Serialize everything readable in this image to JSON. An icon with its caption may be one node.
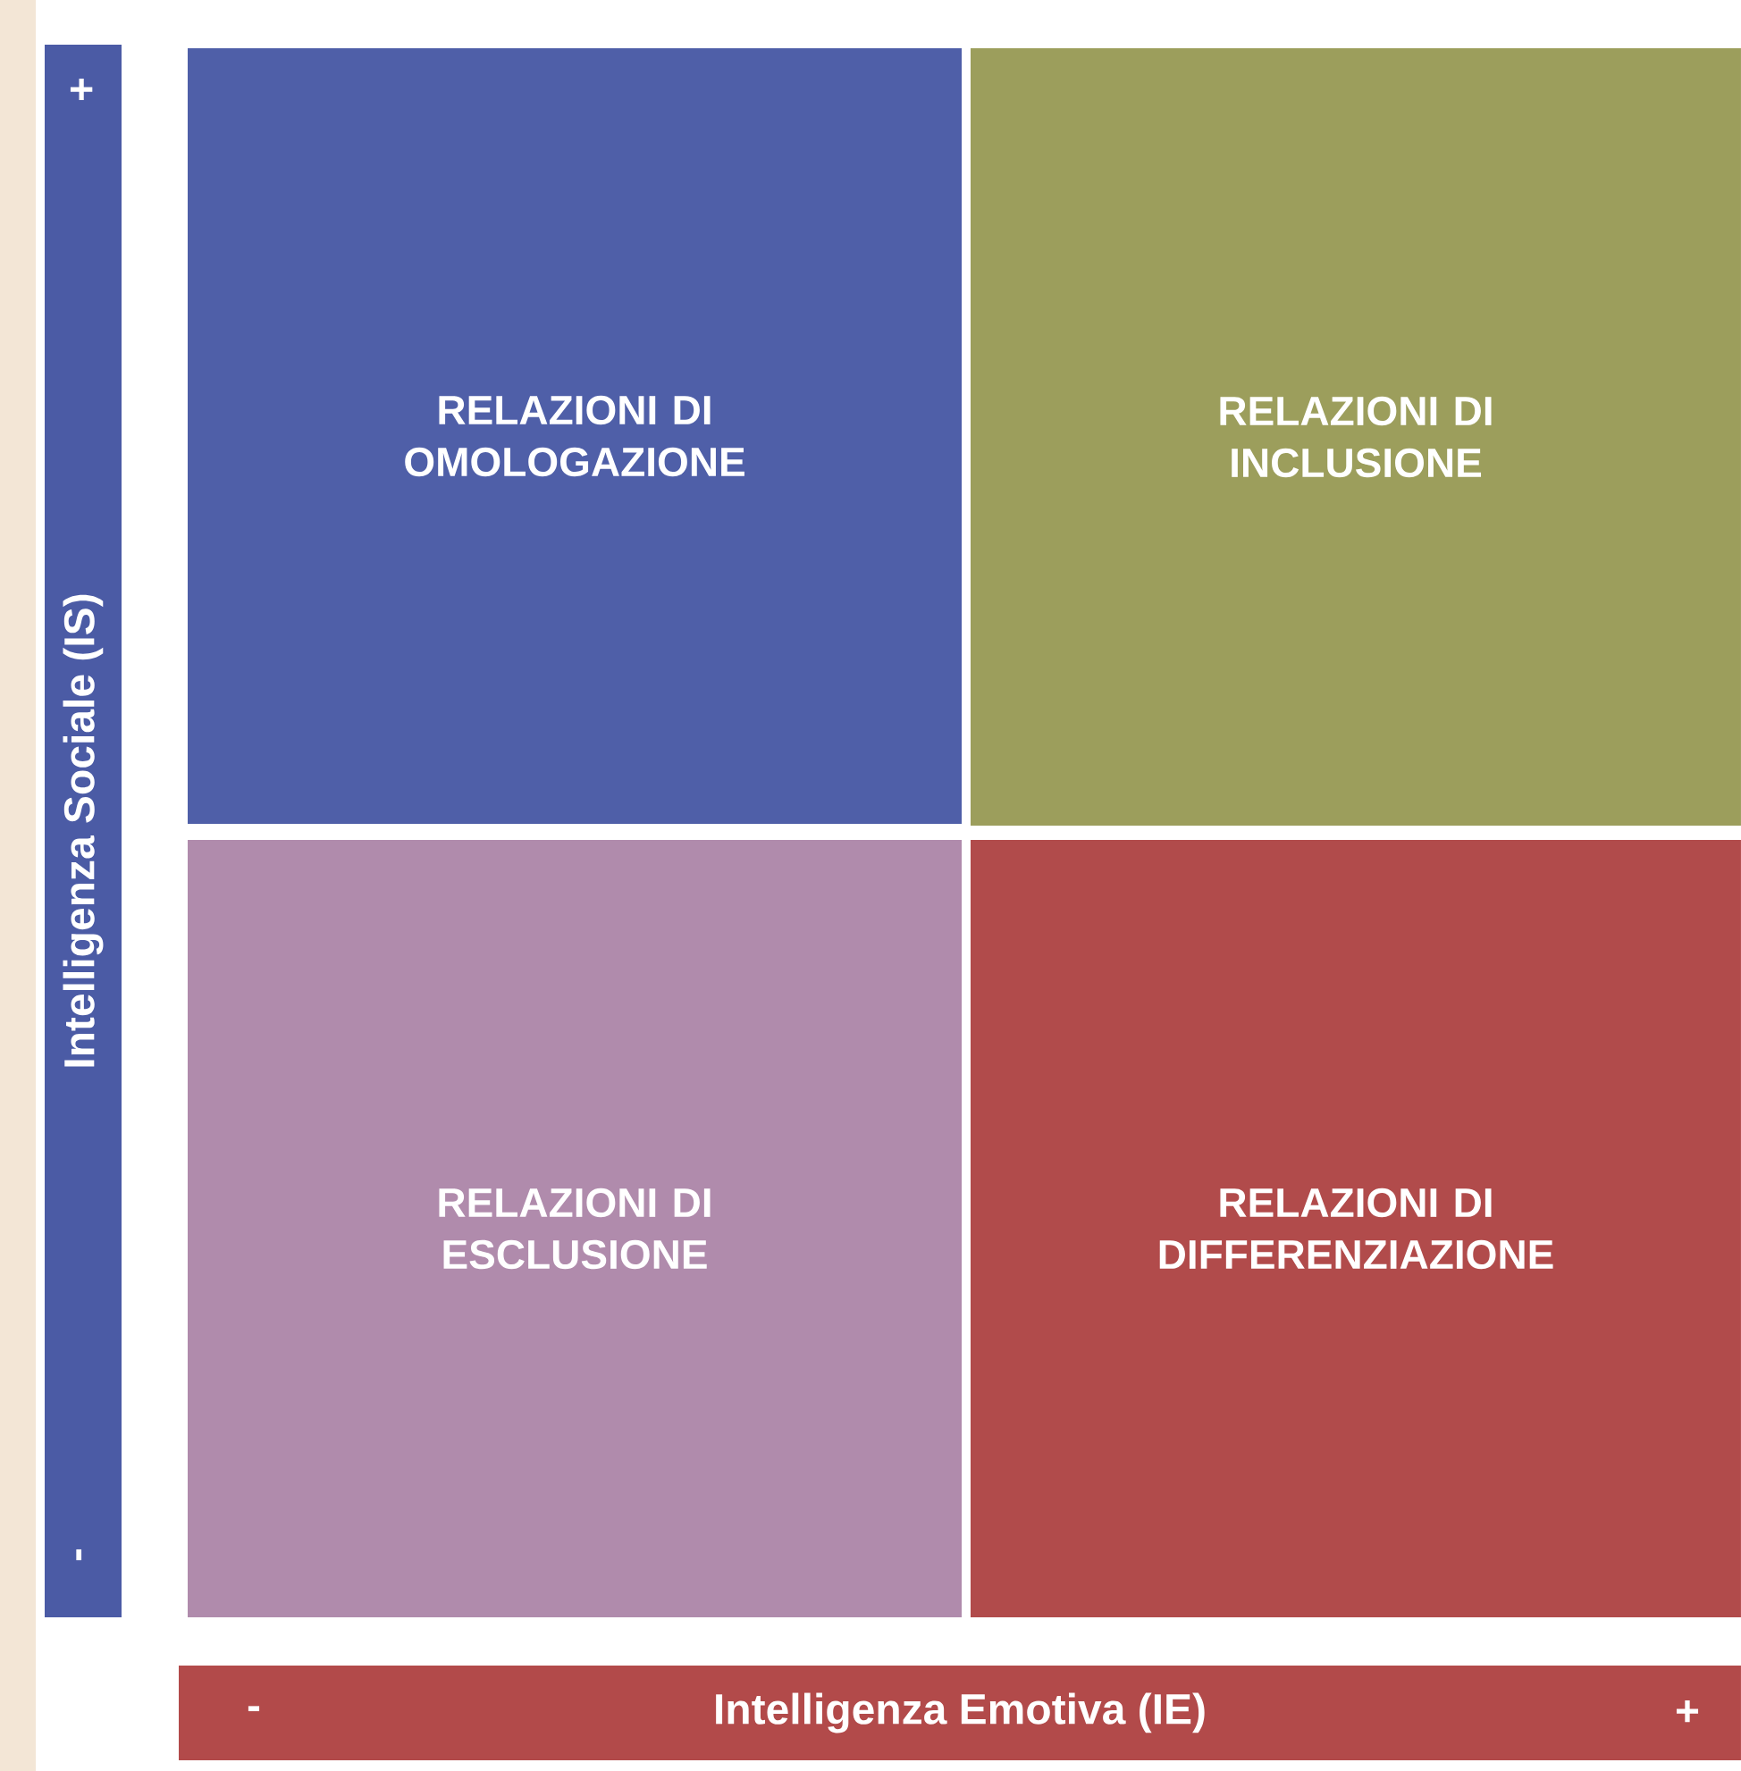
{
  "diagram": {
    "nodes": [
      {
        "text": [
          "+",
          "Intelligenza Sociale (IS)",
          "-"
        ]
      },
      {
        "text": [
          "RELAZIONI DI OMOLOGAZIONE"
        ]
      },
      {
        "text": [
          "RELAZIONI DI INCLUSIONE"
        ]
      },
      {
        "text": [
          "RELAZIONI DI ESCLUSIONE"
        ]
      },
      {
        "text": [
          "RELAZIONI DI DIFFERENZIAZIONE"
        ]
      },
      {
        "text": [
          "-",
          "Intelligenza Emotiva (IE)",
          "+"
        ]
      }
    ]
  }
}
